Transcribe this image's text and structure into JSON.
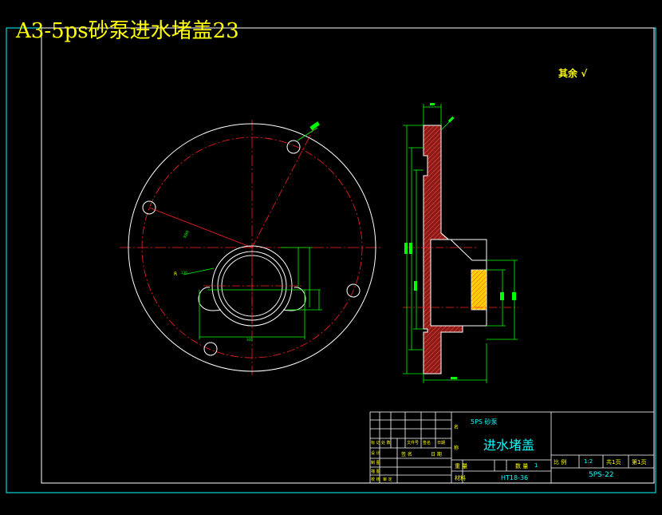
{
  "header": {
    "title": "A3-5ps砂泵进水堵盖23",
    "roughness_note": "其余"
  },
  "title_block": {
    "product": "5PS 砂泵",
    "part_name": "进水堵盖",
    "scale_label": "比 例",
    "scale_value": "1:2",
    "sheets_total": "共1页",
    "sheet_no": "第1页",
    "qty_label": "数 量",
    "qty_value": "1",
    "weight_label": "重 量",
    "material_label": "材料",
    "material_value": "HT18-36",
    "drawing_no": "5PS-22",
    "name_label": "名",
    "name_label2": "称",
    "row_labels": [
      "标 记",
      "处 数",
      "文件号",
      "签名",
      "日期"
    ],
    "sign_labels": [
      "设 计",
      "制 图",
      "描 图",
      "校 核",
      "审 定"
    ],
    "date_labels": [
      "签 名",
      "日 期"
    ]
  }
}
